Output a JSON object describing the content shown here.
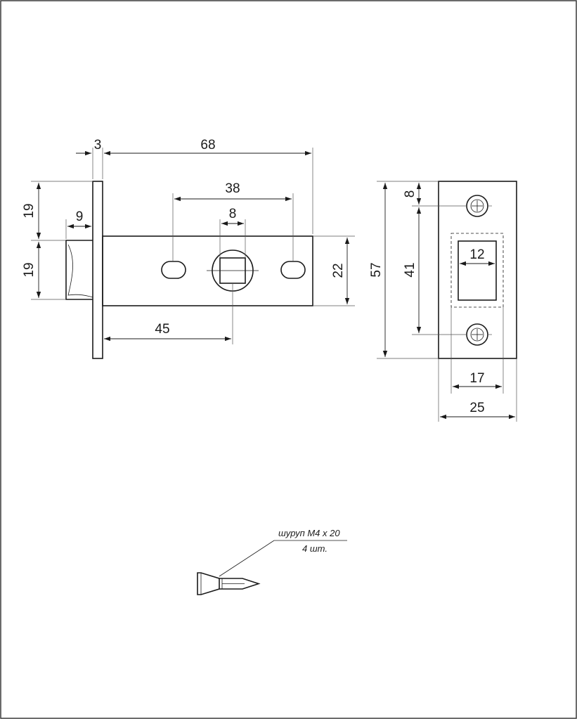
{
  "latch_view": {
    "dim_faceplate_thickness": "3",
    "dim_overall_length": "68",
    "dim_hole_spacing": "38",
    "dim_spindle_square": "8",
    "dim_upper_half_height": "19",
    "dim_lower_half_height": "19",
    "dim_bolt_projection": "9",
    "dim_body_height": "22",
    "dim_backset": "45"
  },
  "strike_view": {
    "dim_overall_height": "57",
    "dim_top_hole_offset": "8",
    "dim_hole_centers": "41",
    "dim_opening_width": "12",
    "dim_inner_width": "17",
    "dim_overall_width": "25"
  },
  "screw_note": {
    "line1": "шуруп М4 х 20",
    "line2": "4 шт."
  }
}
